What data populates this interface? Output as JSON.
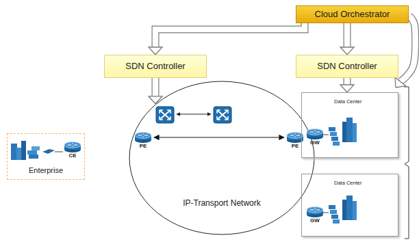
{
  "diagram": {
    "nodes": [
      {
        "text": [
          "Cloud Orchestrator"
        ]
      },
      {
        "text": [
          "SDN Controller"
        ]
      },
      {
        "text": [
          "SDN Controller"
        ]
      },
      {
        "text": [
          "Enterprise"
        ]
      },
      {
        "text": [
          "CE"
        ],
        "in": 3
      },
      {
        "text": [
          "IP-Transport Network"
        ]
      },
      {
        "text": [
          "PE"
        ]
      },
      {
        "text": [
          "PE"
        ]
      },
      {
        "text": [
          "Data Center"
        ]
      },
      {
        "text": [
          "GW"
        ],
        "in": 8
      },
      {
        "text": [
          "Data Center"
        ]
      },
      {
        "text": [
          "GW"
        ],
        "in": 10
      }
    ],
    "edges": [
      {
        "from": 0,
        "to": 1,
        "arrow": "to"
      },
      {
        "from": 0,
        "to": 2,
        "arrow": "to"
      },
      {
        "from": 1,
        "to": 5,
        "arrow": "to"
      },
      {
        "from": 2,
        "to": 8,
        "arrow": "to"
      },
      {
        "from": 6,
        "to": 7,
        "arrow": "both"
      }
    ]
  }
}
